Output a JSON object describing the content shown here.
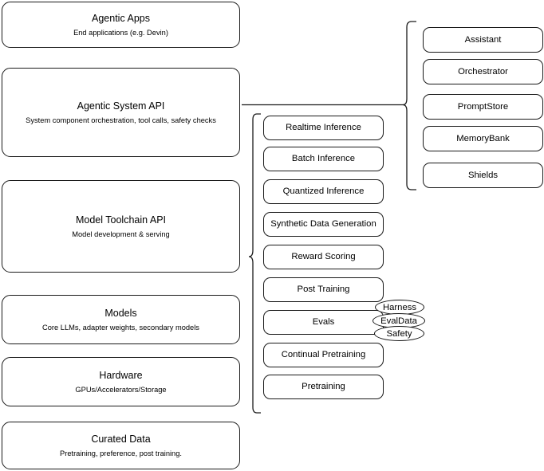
{
  "diagram": {
    "type": "layered-stack-architecture",
    "background": "#ffffff",
    "line_color": "#1a1a1a",
    "layers": [
      {
        "title": "Agentic Apps",
        "subtitle": "End applications (e.g. Devin)"
      },
      {
        "title": "Agentic System API",
        "subtitle": "System component orchestration, tool calls, safety checks"
      },
      {
        "title": "Model Toolchain API",
        "subtitle": "Model development & serving"
      },
      {
        "title": "Models",
        "subtitle": "Core LLMs, adapter weights, secondary models"
      },
      {
        "title": "Hardware",
        "subtitle": "GPUs/Accelerators/Storage"
      },
      {
        "title": "Curated Data",
        "subtitle": "Pretraining, preference, post training."
      }
    ],
    "toolchain_items": [
      {
        "label": "Realtime Inference"
      },
      {
        "label": "Batch Inference"
      },
      {
        "label": "Quantized Inference"
      },
      {
        "label": "Synthetic Data Generation"
      },
      {
        "label": "Reward Scoring"
      },
      {
        "label": "Post Training"
      },
      {
        "label": "Evals"
      },
      {
        "label": "Continual Pretraining"
      },
      {
        "label": "Pretraining"
      }
    ],
    "eval_pills": [
      {
        "label": "Harness"
      },
      {
        "label": "EvalData"
      },
      {
        "label": "Safety"
      }
    ],
    "system_items": [
      {
        "label": "Assistant"
      },
      {
        "label": "Orchestrator"
      },
      {
        "label": "PromptStore"
      },
      {
        "label": "MemoryBank"
      },
      {
        "label": "Shields"
      }
    ]
  }
}
